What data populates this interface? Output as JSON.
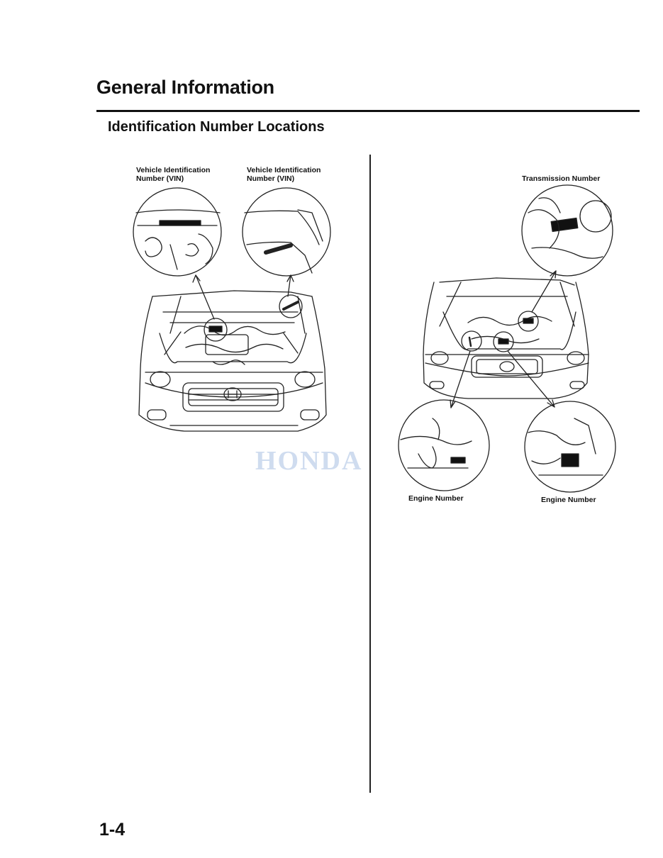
{
  "header": {
    "title": "General Information",
    "subtitle": "Identification Number Locations"
  },
  "left_figure": {
    "label_vin_1_line1": "Vehicle Identification",
    "label_vin_1_line2": "Number (VIN)",
    "label_vin_2_line1": "Vehicle Identification",
    "label_vin_2_line2": "Number (VIN)"
  },
  "right_figure": {
    "label_transmission": "Transmission Number",
    "label_engine_1": "Engine Number",
    "label_engine_2": "Engine Number"
  },
  "watermark": "HONDA",
  "footer": {
    "page_number": "1-4"
  }
}
